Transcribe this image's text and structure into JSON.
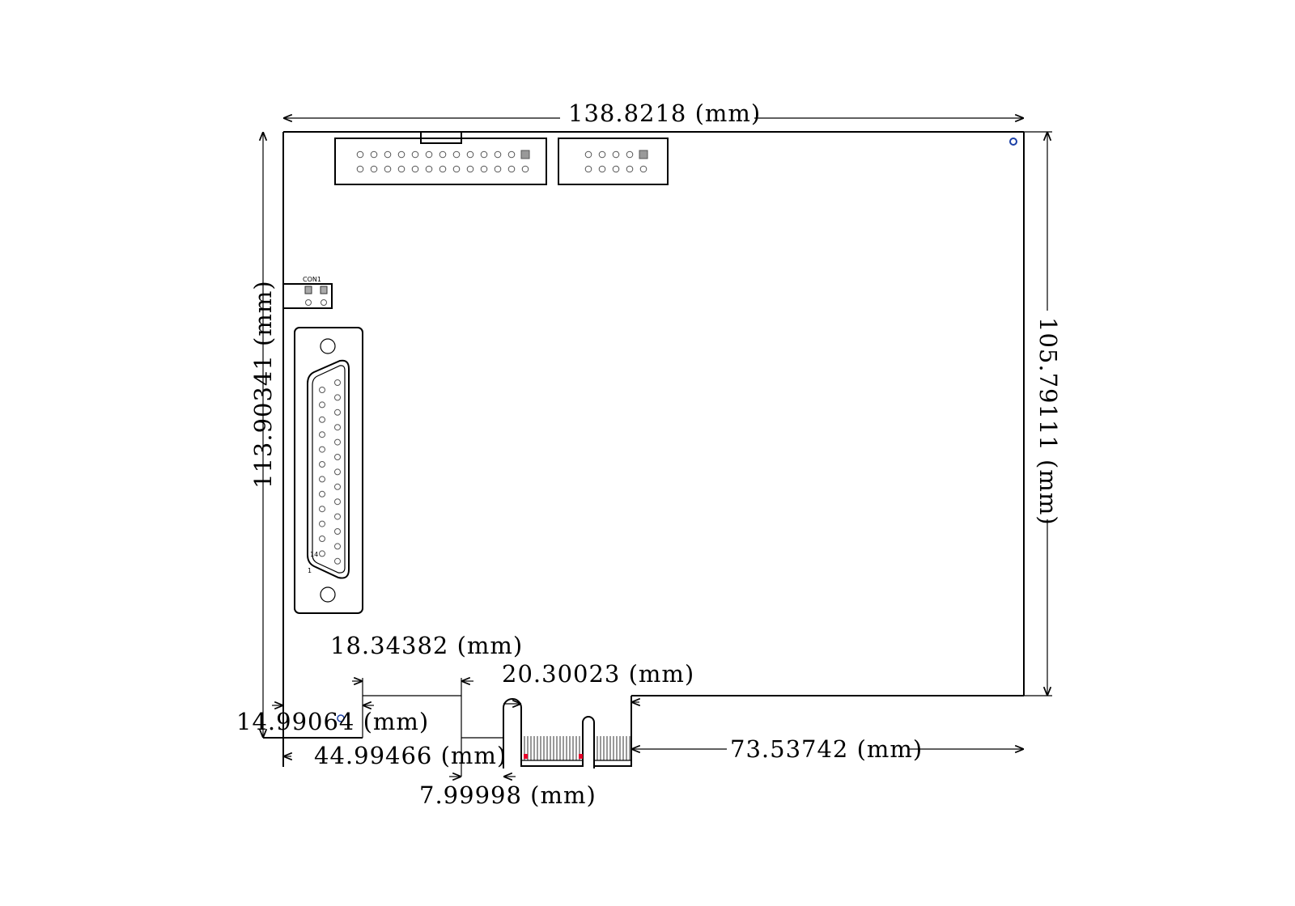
{
  "dimensions": {
    "width_top": "138.8218 (mm)",
    "height_left": "113.90341 (mm)",
    "height_right": "105.79111 (mm)",
    "d18": "18.34382 (mm)",
    "d20": "20.30023 (mm)",
    "d14": "14.99064 (mm)",
    "d44": "44.99466 (mm)",
    "d73": "73.53742 (mm)",
    "d7": "7.99998 (mm)"
  },
  "labels": {
    "con1": "CON1",
    "pin14": "14",
    "pin1": "1"
  },
  "components": {
    "header_large_pins_per_row": 13,
    "header_small_pins_per_row": 5,
    "dsub_row1_pins": 13,
    "dsub_row2_pins": 12
  },
  "colors": {
    "line": "#000000",
    "marker": "#e8002a",
    "mount_hole": "#1a3fa6"
  }
}
